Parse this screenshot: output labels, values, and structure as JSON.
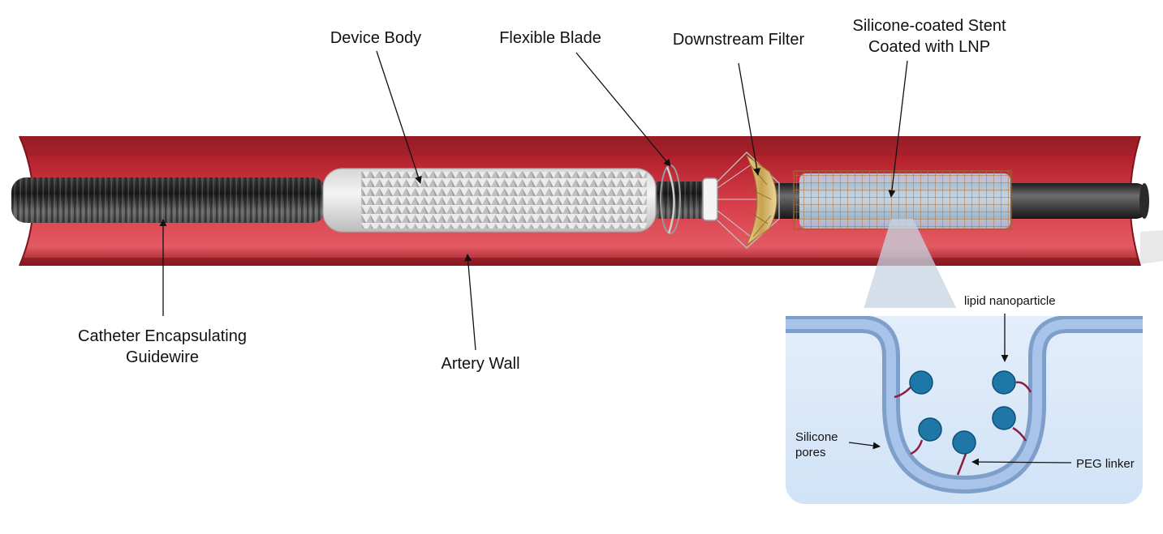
{
  "labels": {
    "device_body": "Device Body",
    "flexible_blade": "Flexible Blade",
    "downstream_filter": "Downstream Filter",
    "stent_line1": "Silicone-coated Stent",
    "stent_line2": "Coated with LNP",
    "catheter_line1": "Catheter Encapsulating",
    "catheter_line2": "Guidewire",
    "artery_wall": "Artery Wall"
  },
  "inset": {
    "lipid_nanoparticle": "lipid nanoparticle",
    "silicone_pores_line1": "Silicone",
    "silicone_pores_line2": "pores",
    "peg_linker": "PEG linker"
  },
  "colors": {
    "artery": "#b5232e",
    "artery_inner": "#d9404c",
    "guidewire": "#3a3a3a",
    "device_body": "#e6e6e6",
    "filter": "#c9a250",
    "stent_mesh": "#b07540",
    "inset_fill": "#dbeafb",
    "membrane": "#8fb1dd",
    "nanoparticle": "#1f77a8",
    "peg": "#8b2040"
  }
}
